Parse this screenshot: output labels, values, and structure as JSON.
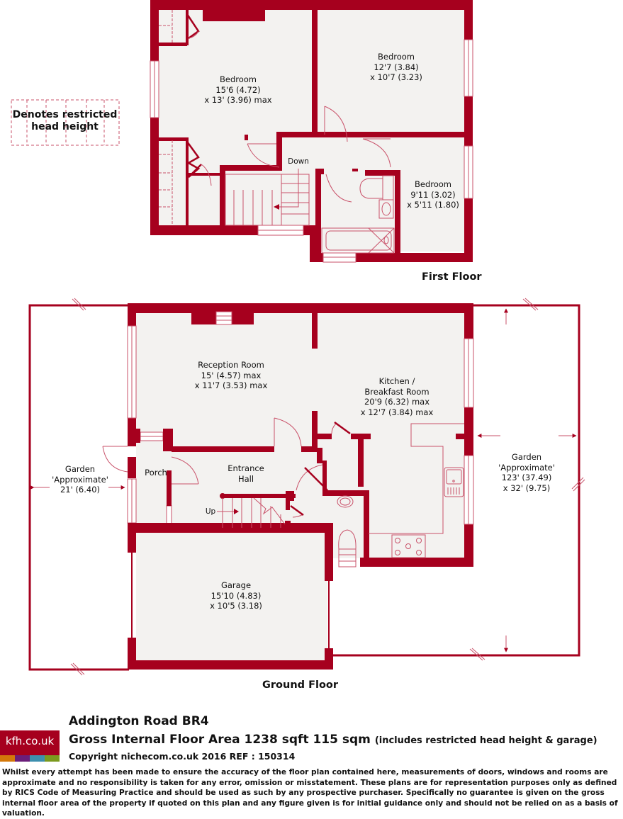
{
  "colors": {
    "wall": "#a6001e",
    "fixture_line": "#c9526a",
    "room_fill": "#f3f2f0",
    "background": "#ffffff"
  },
  "legend": {
    "text_line1": "Denotes restricted",
    "text_line2": "head height"
  },
  "first_floor": {
    "title": "First Floor",
    "rooms": [
      {
        "name": "Bedroom",
        "dim1": "15'6 (4.72)",
        "dim2": "x 13' (3.96) max"
      },
      {
        "name": "Bedroom",
        "dim1": "12'7 (3.84)",
        "dim2": "x 10'7 (3.23)"
      },
      {
        "name": "Bedroom",
        "dim1": "9'11 (3.02)",
        "dim2": "x 5'11 (1.80)"
      }
    ],
    "stairs_label": "Down"
  },
  "ground_floor": {
    "title": "Ground Floor",
    "rooms": [
      {
        "name": "Reception Room",
        "dim1": "15' (4.57) max",
        "dim2": "x 11'7 (3.53) max"
      },
      {
        "name": "Kitchen /",
        "name2": "Breakfast Room",
        "dim1": "20'9 (6.32) max",
        "dim2": "x 12'7 (3.84) max"
      },
      {
        "name": "Porch"
      },
      {
        "name": "Entrance",
        "name2": "Hall"
      },
      {
        "name": "Garage",
        "dim1": "15'10 (4.83)",
        "dim2": "x 10'5 (3.18)"
      }
    ],
    "stairs_label": "Up",
    "gardens": [
      {
        "name": "Garden",
        "note": "'Approximate'",
        "dim1": "21' (6.40)"
      },
      {
        "name": "Garden",
        "note": "'Approximate'",
        "dim1": "123' (37.49)",
        "dim2": "x 32' (9.75)"
      }
    ]
  },
  "footer": {
    "logo_text": "kfh.co.uk",
    "logo_bar_colors": [
      "#d4780a",
      "#6b1e7a",
      "#3d8fae",
      "#7b9a1e"
    ],
    "address": "Addington Road BR4",
    "area_main": "Gross Internal Floor Area 1238 sqft 115 sqm",
    "area_note": "(includes restricted head height & garage)",
    "copyright": "Copyright nichecom.co.uk 2016 REF : 150314",
    "disclaimer": "Whilst every attempt has been made to ensure the accuracy of the floor plan contained here, measurements of doors, windows and rooms are approximate and no responsibility is taken for any error, omission or misstatement.  These plans are for representation purposes only as defined by RICS Code of Measuring Practice and should be used as such by any prospective purchaser.  Specifically no guarantee is given on the gross internal floor area of the property if quoted on this plan and any figure given is for initial guidance only and should not be relied on as a basis of valuation."
  }
}
